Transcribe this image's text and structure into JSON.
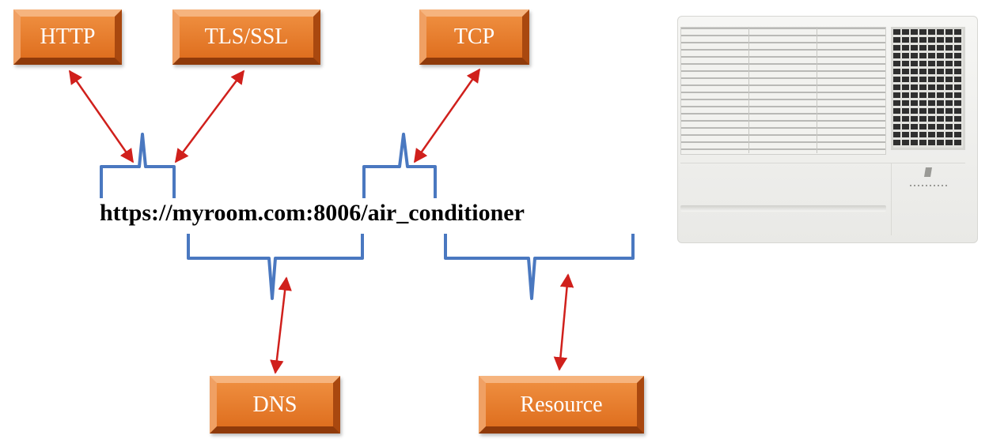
{
  "boxes": {
    "http": "HTTP",
    "tls": "TLS/SSL",
    "tcp": "TCP",
    "dns": "DNS",
    "resource": "Resource"
  },
  "url": "https://myroom.com:8006/air_conditioner",
  "colors": {
    "box_fill": "#e2741f",
    "bracket": "#4a78c0",
    "arrow": "#d0201c",
    "text": "#000000"
  },
  "image": {
    "subject": "window air conditioner"
  }
}
